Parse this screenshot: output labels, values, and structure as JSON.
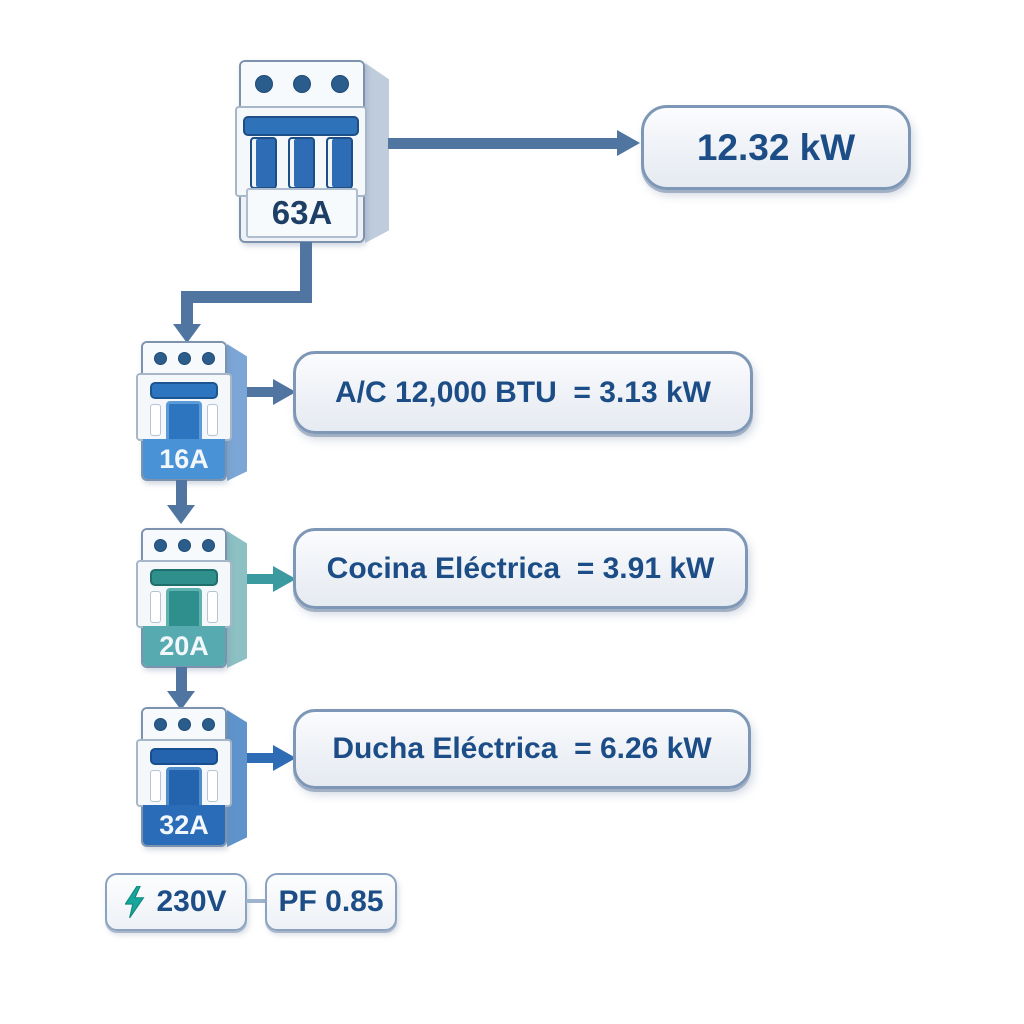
{
  "palette": {
    "connector_blue": "#4f75a0",
    "connector_teal": "#3a9aa0",
    "connector_deep_blue": "#2e6cb5",
    "text_navy": "#1c4d86",
    "box_border": "#7e97b6",
    "box_background": "#eef1f6",
    "breaker_blue": "#2e75c0",
    "breaker_teal": "#2f8f8d",
    "band_blue_16a": "#4a92d6",
    "band_teal_20a": "#57aab0",
    "band_blue_32a": "#2a6cb8",
    "dot_color": "#2b5d8c",
    "bolt_teal": "#16a79c"
  },
  "main_breaker": {
    "label": "63A",
    "total_output": "12.32 kW"
  },
  "branches": [
    {
      "breaker": "16A",
      "load": "A/C 12,000 BTU  = 3.13 kW"
    },
    {
      "breaker": "20A",
      "load": "Cocina Eléctrica  = 3.91 kW"
    },
    {
      "breaker": "32A",
      "load": "Ducha Eléctrica  = 6.26 kW"
    }
  ],
  "footer": {
    "voltage": "230V",
    "power_factor": "PF 0.85",
    "bolt_icon": "lightning-icon"
  }
}
